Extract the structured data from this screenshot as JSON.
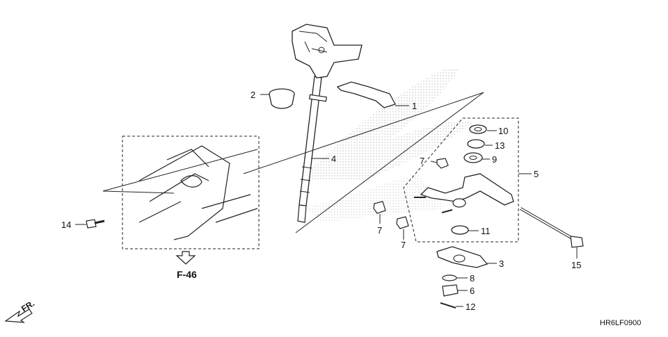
{
  "diagram": {
    "callouts": [
      {
        "id": "1",
        "label": "1"
      },
      {
        "id": "2",
        "label": "2"
      },
      {
        "id": "3",
        "label": "3"
      },
      {
        "id": "4",
        "label": "4"
      },
      {
        "id": "5",
        "label": "5"
      },
      {
        "id": "6",
        "label": "6"
      },
      {
        "id": "7a",
        "label": "7"
      },
      {
        "id": "7b",
        "label": "7"
      },
      {
        "id": "7c",
        "label": "7"
      },
      {
        "id": "8",
        "label": "8"
      },
      {
        "id": "9",
        "label": "9"
      },
      {
        "id": "10",
        "label": "10"
      },
      {
        "id": "11",
        "label": "11"
      },
      {
        "id": "12",
        "label": "12"
      },
      {
        "id": "13",
        "label": "13"
      },
      {
        "id": "14",
        "label": "14"
      },
      {
        "id": "15",
        "label": "15"
      }
    ],
    "reference": "F-46",
    "direction": "FR.",
    "diagram_code": "HR6LF0900"
  }
}
